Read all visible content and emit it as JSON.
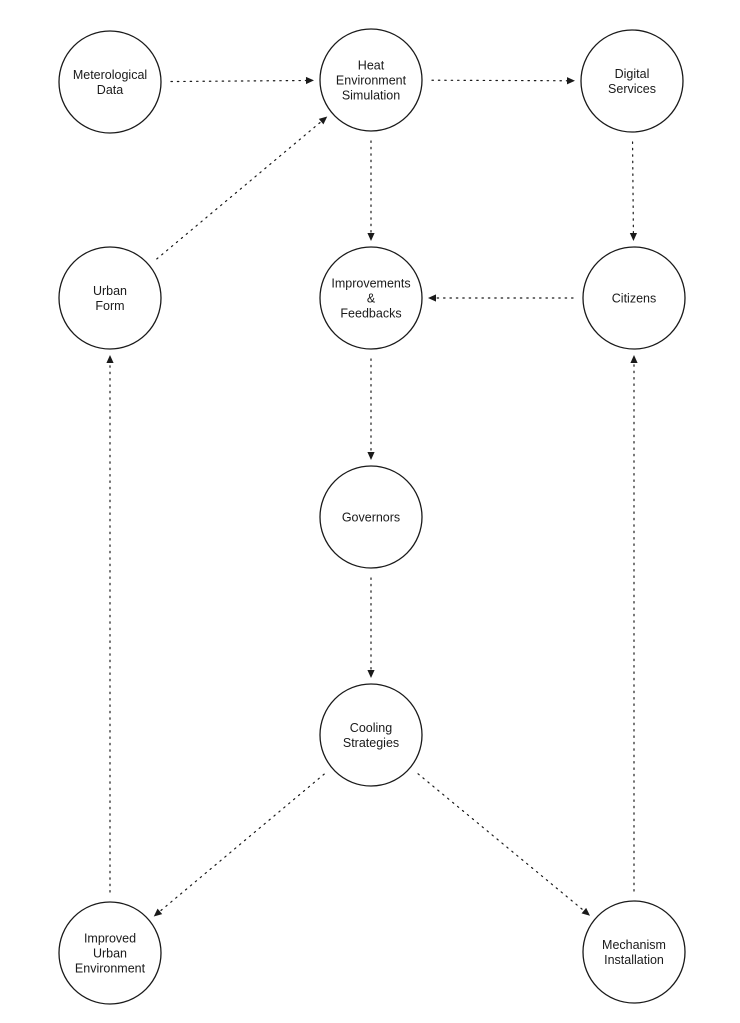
{
  "diagram": {
    "nodes": [
      {
        "id": "meteorological-data",
        "lines": [
          "Meterological",
          "Data"
        ]
      },
      {
        "id": "heat-environment-simulation",
        "lines": [
          "Heat",
          "Environment",
          "Simulation"
        ]
      },
      {
        "id": "digital-services",
        "lines": [
          "Digital",
          "Services"
        ]
      },
      {
        "id": "urban-form",
        "lines": [
          "Urban",
          "Form"
        ]
      },
      {
        "id": "improvements-feedbacks",
        "lines": [
          "Improvements",
          "&",
          "Feedbacks"
        ]
      },
      {
        "id": "citizens",
        "lines": [
          "Citizens"
        ]
      },
      {
        "id": "governors",
        "lines": [
          "Governors"
        ]
      },
      {
        "id": "cooling-strategies",
        "lines": [
          "Cooling",
          "Strategies"
        ]
      },
      {
        "id": "improved-urban-environment",
        "lines": [
          "Improved",
          "Urban",
          "Environment"
        ]
      },
      {
        "id": "mechanism-installation",
        "lines": [
          "Mechanism",
          "Installation"
        ]
      }
    ],
    "edges": [
      {
        "from": "meteorological-data",
        "to": "heat-environment-simulation"
      },
      {
        "from": "heat-environment-simulation",
        "to": "digital-services"
      },
      {
        "from": "digital-services",
        "to": "citizens"
      },
      {
        "from": "heat-environment-simulation",
        "to": "improvements-feedbacks"
      },
      {
        "from": "citizens",
        "to": "improvements-feedbacks"
      },
      {
        "from": "urban-form",
        "to": "heat-environment-simulation"
      },
      {
        "from": "improvements-feedbacks",
        "to": "governors"
      },
      {
        "from": "governors",
        "to": "cooling-strategies"
      },
      {
        "from": "cooling-strategies",
        "to": "improved-urban-environment"
      },
      {
        "from": "cooling-strategies",
        "to": "mechanism-installation"
      },
      {
        "from": "improved-urban-environment",
        "to": "urban-form"
      },
      {
        "from": "mechanism-installation",
        "to": "citizens"
      }
    ]
  }
}
